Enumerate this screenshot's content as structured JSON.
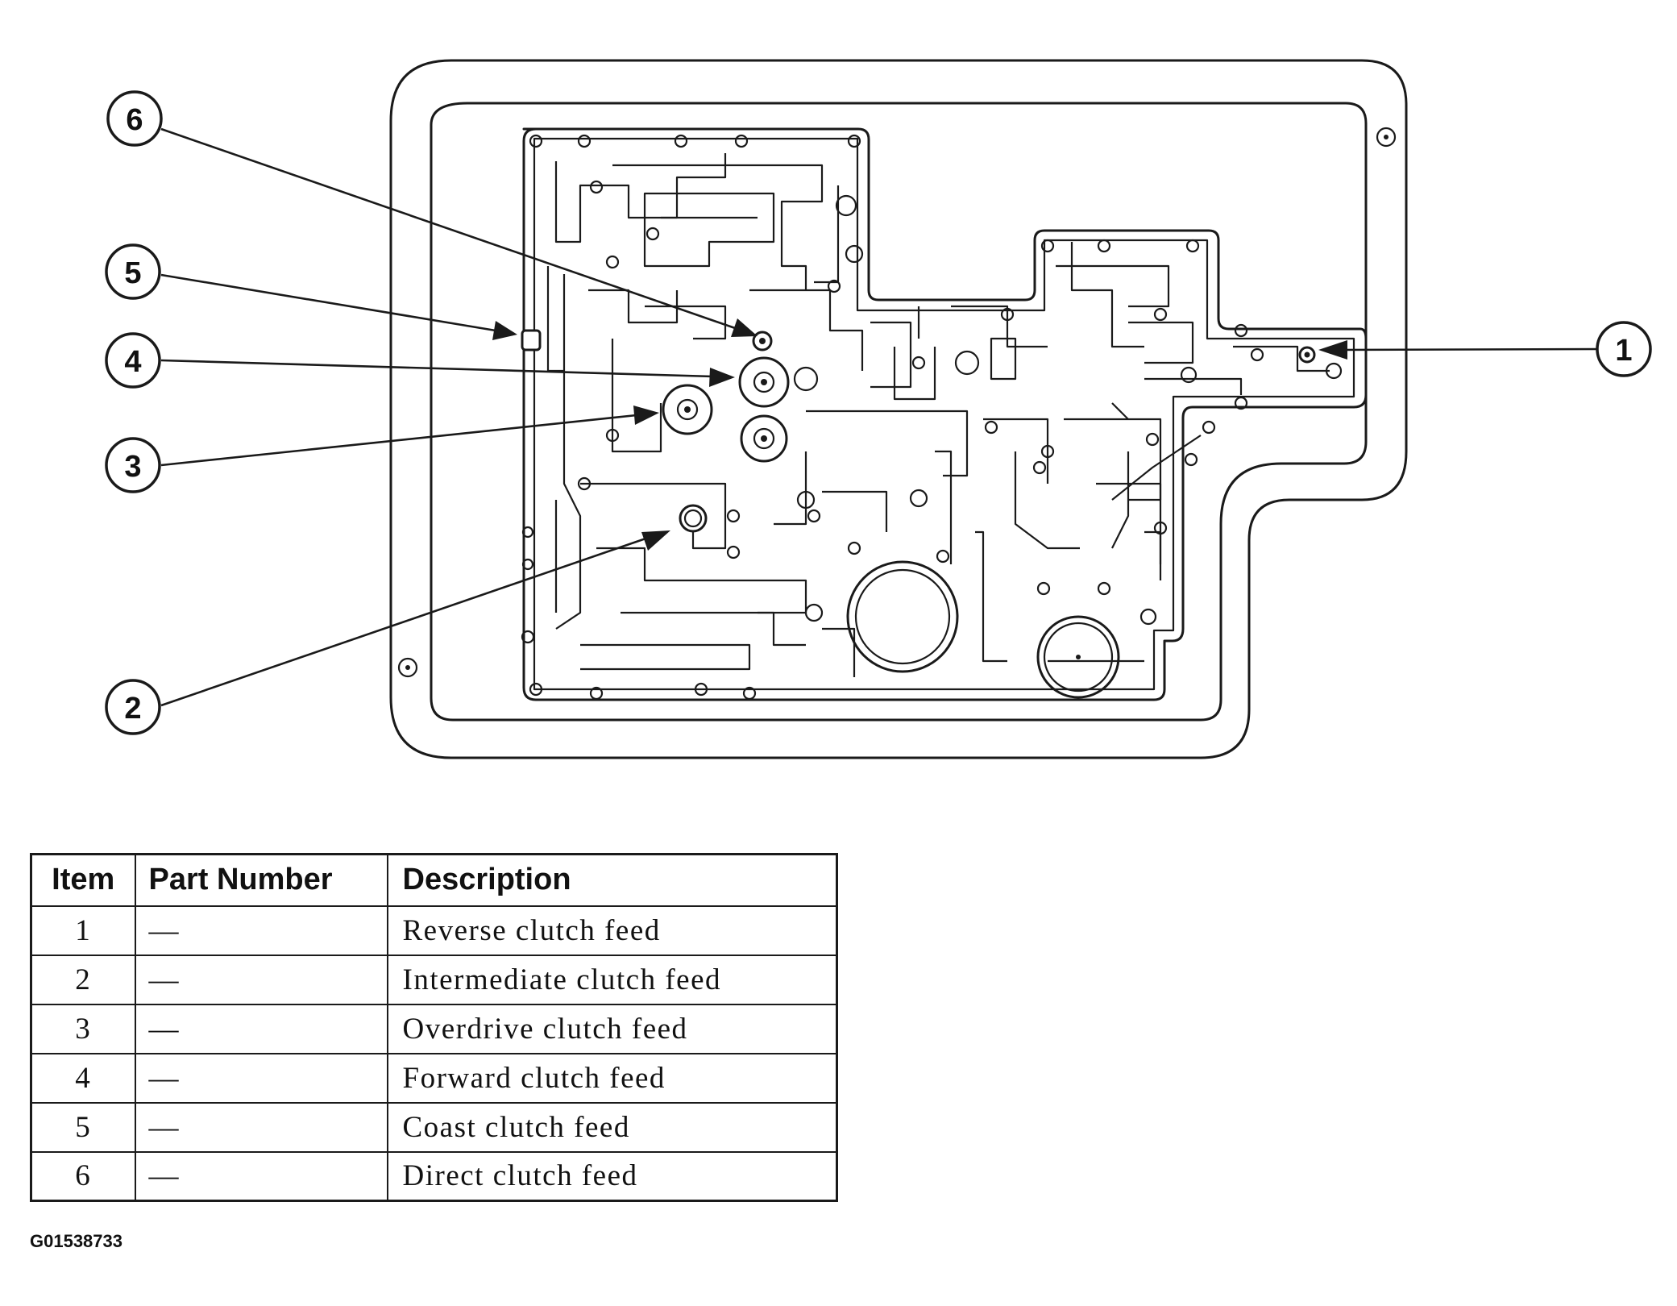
{
  "callouts": [
    {
      "number": "1",
      "target": "Reverse clutch feed"
    },
    {
      "number": "2",
      "target": "Intermediate clutch feed"
    },
    {
      "number": "3",
      "target": "Overdrive clutch feed"
    },
    {
      "number": "4",
      "target": "Forward clutch feed"
    },
    {
      "number": "5",
      "target": "Coast clutch feed"
    },
    {
      "number": "6",
      "target": "Direct clutch feed"
    }
  ],
  "table": {
    "headers": {
      "item": "Item",
      "part_number": "Part Number",
      "description": "Description"
    },
    "rows": [
      {
        "item": "1",
        "part_number": "—",
        "description": "Reverse clutch feed"
      },
      {
        "item": "2",
        "part_number": "—",
        "description": "Intermediate clutch feed"
      },
      {
        "item": "3",
        "part_number": "—",
        "description": "Overdrive clutch feed"
      },
      {
        "item": "4",
        "part_number": "—",
        "description": "Forward clutch feed"
      },
      {
        "item": "5",
        "part_number": "—",
        "description": "Coast clutch feed"
      },
      {
        "item": "6",
        "part_number": "—",
        "description": "Direct clutch feed"
      }
    ]
  },
  "figure_code": "G01538733"
}
